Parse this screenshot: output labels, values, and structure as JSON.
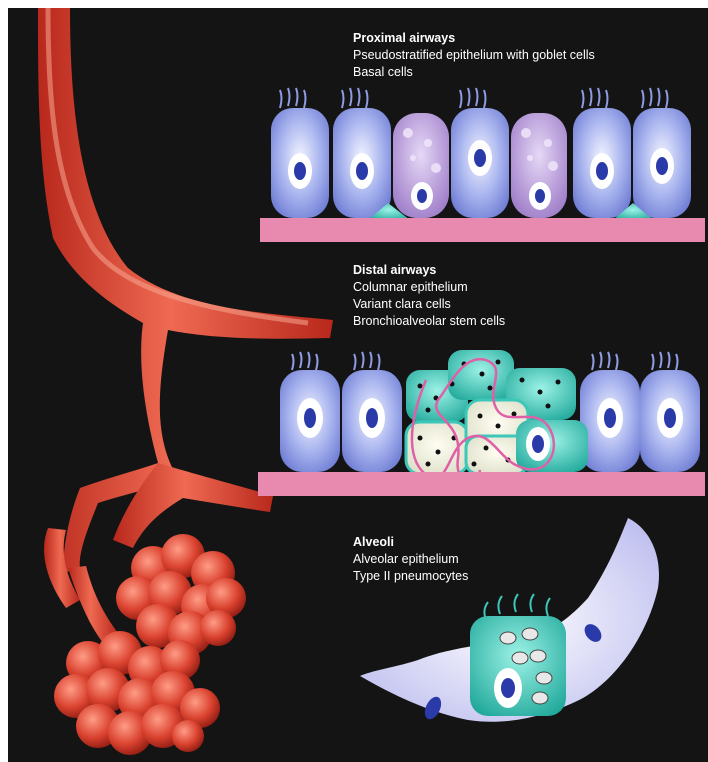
{
  "sections": {
    "proximal": {
      "title": "Proximal airways",
      "lines": [
        "Pseudostratified epithelium with goblet cells",
        "Basal cells"
      ]
    },
    "distal": {
      "title": "Distal airways",
      "lines": [
        "Columnar epithelium",
        "Variant clara cells",
        "Bronchioalveolar stem cells"
      ]
    },
    "alveoli": {
      "title": "Alveoli",
      "lines": [
        "Alveolar epithelium",
        "Type II pneumocytes"
      ]
    }
  },
  "colors": {
    "background": "#141414",
    "airway": "#d8402c",
    "membrane": "#e889b0",
    "ciliated_cell": "#8e9ce4",
    "goblet_cell": "#b99ad8",
    "stem_cell": "#3cc7b8",
    "alveolar_cell": "#dcdcf8",
    "nucleus": "#2a3aa8"
  }
}
